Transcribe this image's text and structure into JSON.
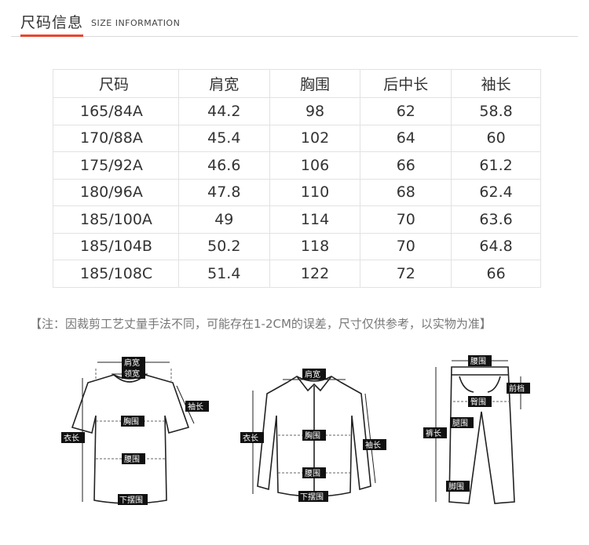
{
  "header": {
    "title": "尺码信息",
    "subtitle": "SIZE INFORMATION",
    "accent_color": "#e8452c"
  },
  "table": {
    "headers": [
      "尺码",
      "肩宽",
      "胸围",
      "后中长",
      "袖长"
    ],
    "rows": [
      [
        "165/84A",
        "44.2",
        "98",
        "62",
        "58.8"
      ],
      [
        "170/88A",
        "45.4",
        "102",
        "64",
        "60"
      ],
      [
        "175/92A",
        "46.6",
        "106",
        "66",
        "61.2"
      ],
      [
        "180/96A",
        "47.8",
        "110",
        "68",
        "62.4"
      ],
      [
        "185/100A",
        "49",
        "114",
        "70",
        "63.6"
      ],
      [
        "185/104B",
        "50.2",
        "118",
        "70",
        "64.8"
      ],
      [
        "185/108C",
        "51.4",
        "122",
        "72",
        "66"
      ]
    ]
  },
  "note": "【注：因裁剪工艺丈量手法不同，可能存在1-2CM的误差，尺寸仅供参考，以实物为准】",
  "diagrams": {
    "tshirt": {
      "shoulder": "肩宽",
      "neck": "领宽",
      "sleeve": "袖长",
      "chest": "胸围",
      "length": "衣长",
      "waist": "腰围",
      "hem": "下摆围"
    },
    "shirt": {
      "shoulder": "肩宽",
      "length": "衣长",
      "chest": "胸围",
      "sleeve": "袖长",
      "waist": "腰围",
      "hem": "下摆围"
    },
    "pants": {
      "waist": "腰围",
      "front_rise": "前档",
      "hip": "臀围",
      "thigh": "腿围",
      "length": "裤长",
      "leg_opening": "脚围"
    }
  }
}
